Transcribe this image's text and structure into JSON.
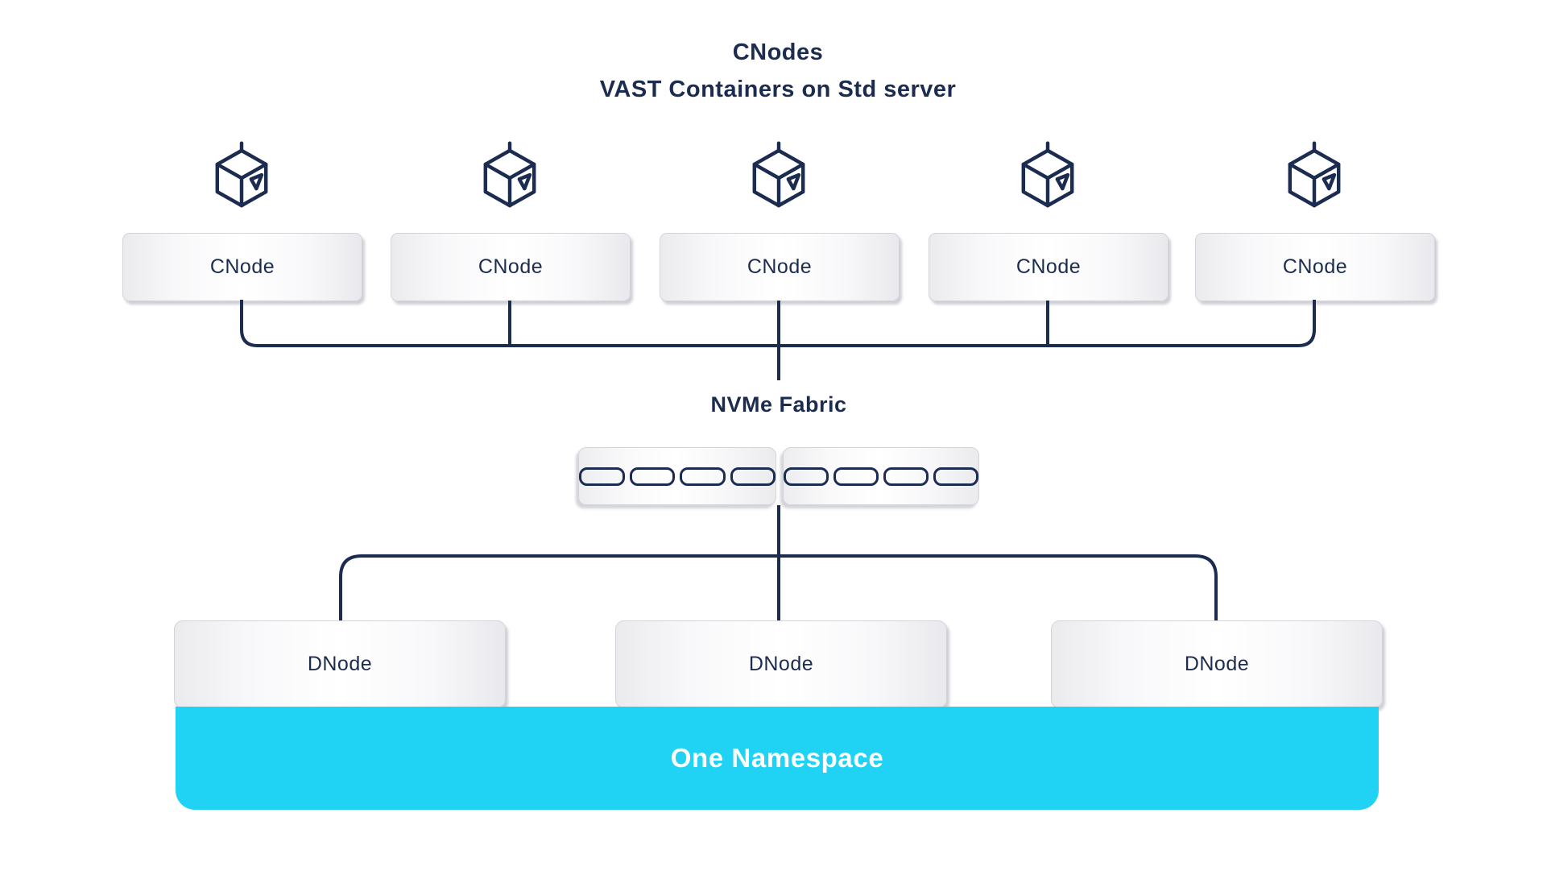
{
  "header": {
    "title": "CNodes",
    "subtitle": "VAST Containers on Std server"
  },
  "cnodes": {
    "items": [
      {
        "label": "CNode"
      },
      {
        "label": "CNode"
      },
      {
        "label": "CNode"
      },
      {
        "label": "CNode"
      },
      {
        "label": "CNode"
      }
    ]
  },
  "fabric": {
    "label": "NVMe Fabric",
    "switch_count": 2,
    "ports_per_switch": 4
  },
  "dnodes": {
    "items": [
      {
        "label": "DNode"
      },
      {
        "label": "DNode"
      },
      {
        "label": "DNode"
      }
    ]
  },
  "namespace": {
    "label": "One Namespace"
  },
  "colors": {
    "navy": "#1b2c50",
    "cyan": "#20d3f4",
    "background": "#ffffff"
  }
}
